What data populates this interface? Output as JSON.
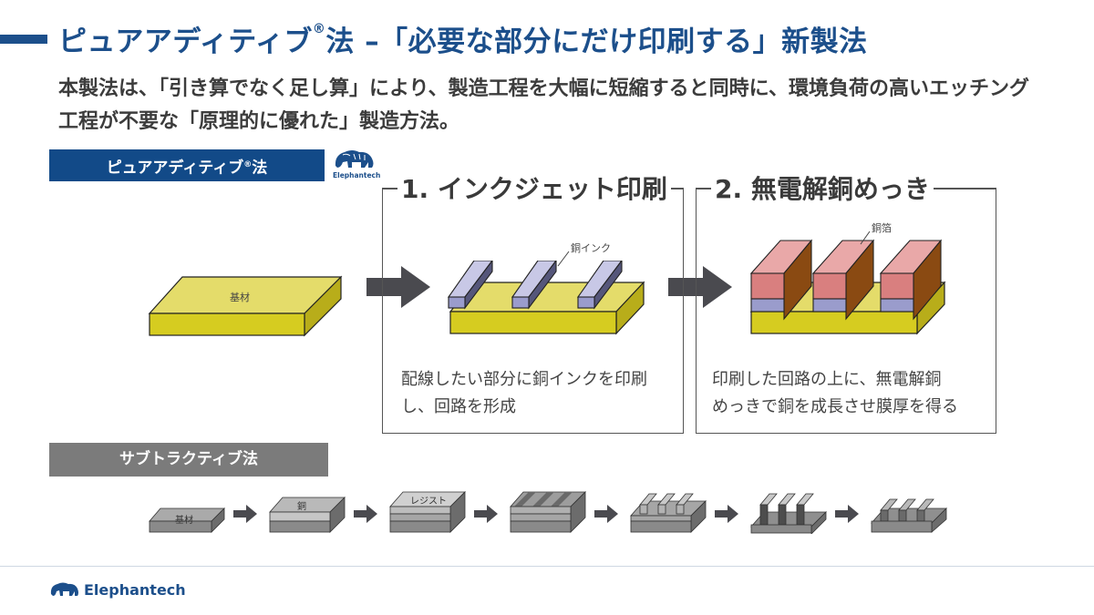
{
  "header": {
    "title_main": "ピュアアディティブ",
    "title_reg": "®",
    "title_rest": "法 –「必要な部分にだけ印刷する」新製法"
  },
  "intro": {
    "line1": "本製法は、「引き算でなく足し算」により、製造工程を大幅に短縮すると同時に、環境負荷の高いエッチング",
    "line2": "工程が不要な「原理的に優れた」製造方法。"
  },
  "pure_additive": {
    "label": "ピュアアディティブ",
    "reg": "®",
    "suffix": "法",
    "logo_text": "Elephantech",
    "substrate_label": "基材",
    "step1": {
      "title": "1. インクジェット印刷",
      "callout": "銅インク",
      "description_line1": "配線したい部分に銅インクを印刷",
      "description_line2": "し、回路を形成"
    },
    "step2": {
      "title": "2. 無電解銅めっき",
      "callout": "銅箔",
      "description_line1": "印刷した回路の上に、無電解銅",
      "description_line2": "めっきで銅を成長させ膜厚を得る"
    }
  },
  "subtractive": {
    "label": "サブトラクティブ法",
    "stages": [
      "基材",
      "銅",
      "レジスト",
      "",
      "",
      "",
      ""
    ]
  },
  "footer": {
    "brand": "Elephantech"
  },
  "colors": {
    "brand_blue": "#1c4f8b",
    "header_blue": "#124a88",
    "substrate_yellow": "#ddd24b",
    "ink_purple": "#9a9ccc",
    "copper_red": "#d98080",
    "arrow_gray": "#4a4a4f",
    "subtractive_gray": "#7b7b7b"
  }
}
